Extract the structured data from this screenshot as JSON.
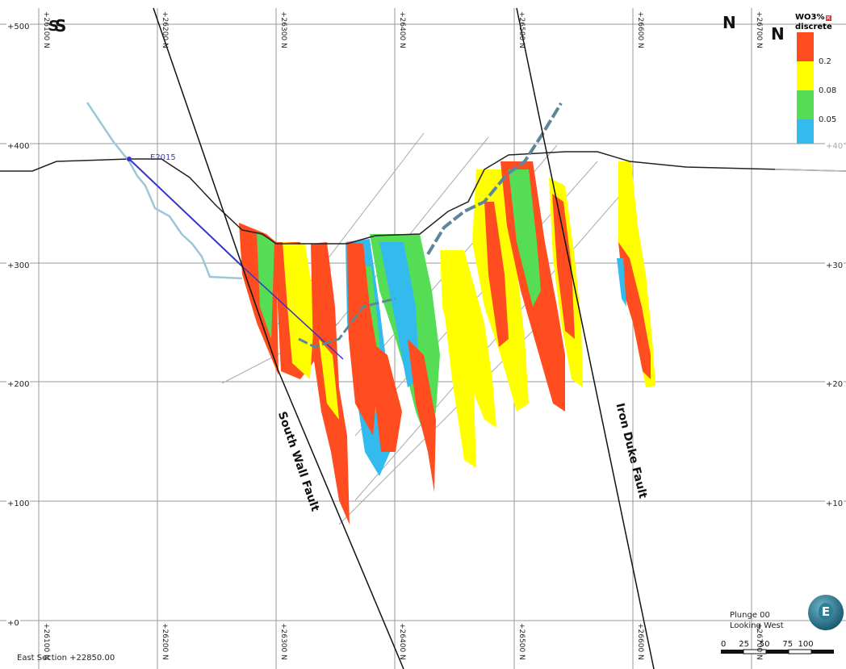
{
  "section_label": "East Section +22850.00",
  "view": {
    "plunge": "Plunge 00",
    "looking": "Looking West"
  },
  "compass": {
    "south_small": "S",
    "south": "S",
    "north_small": "N",
    "north": "N"
  },
  "globe_letter": "E",
  "drillhole_label": "E2015",
  "faults": {
    "south_wall": "South Wall Fault",
    "iron_duke": "Iron Duke Fault"
  },
  "elevation_labels_left": [
    "+500",
    "+400",
    "+300",
    "+200",
    "+100",
    "+0"
  ],
  "elevation_labels_right": [
    "+40",
    "+30",
    "+20",
    "+10"
  ],
  "northing_labels": [
    "+26100 N",
    "+26200 N",
    "+26300 N",
    "+26400 N",
    "+26500 N",
    "+26600 N",
    "+26700 N"
  ],
  "legend": {
    "title": "WO3%",
    "subtitle": "discrete",
    "colors": [
      "#ff4d1f",
      "#ffff00",
      "#55dd55",
      "#33bbee"
    ],
    "labels": [
      "0.2",
      "0.08",
      "0.05"
    ]
  },
  "scale_bar": {
    "labels": [
      "0",
      "25",
      "50",
      "75",
      "100"
    ]
  }
}
